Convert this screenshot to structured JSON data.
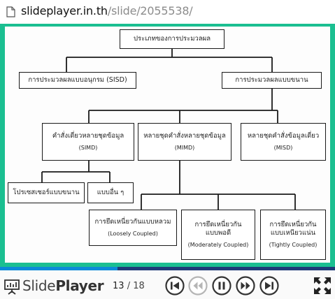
{
  "browser": {
    "url_host": "slideplayer.in.th",
    "url_path": "/slide/2055538/"
  },
  "diagram": {
    "root": {
      "text": "ประเภทของการประมวลผล"
    },
    "sisd_branch": {
      "text": "การประมวลผลแบบอนุกรม (SISD)"
    },
    "parallel_branch": {
      "text": "การประมวลผลแบบขนาน"
    },
    "simd": {
      "line1": "คำสั่งเดี่ยวหลายชุดข้อมูล",
      "line2": "(SIMD)"
    },
    "mimd": {
      "line1": "หลายชุดคำสั่งหลายชุดข้อมูล",
      "line2": "(MIMD)"
    },
    "misd": {
      "line1": "หลายชุดคำสั่งข้อมูลเดี่ยว",
      "line2": "(MISD)"
    },
    "vector": {
      "text": "โปรเซสเซอร์แบบขนาน"
    },
    "others": {
      "text": "แบบอื่น ๆ"
    },
    "loose": {
      "line1": "การยึดเหนี่ยวกันแบบหลวม",
      "line2": "(Loosely Coupled)"
    },
    "moderate": {
      "line1": "การยึดเหนี่ยวกัน",
      "line2": "แบบพอดี",
      "line3": "(Moderately Coupled)"
    },
    "tight": {
      "line1": "การยึดเหนี่ยวกัน",
      "line2": "แบบเหนียวแน่น",
      "line3": "(Tightly Coupled)"
    }
  },
  "player": {
    "brand_part1": "Slide",
    "brand_part2": "Player",
    "current_slide": "13",
    "total_slides": "/ 18",
    "progress_fraction": 0.35,
    "controls": {
      "first": "first-slide-icon",
      "prev": "previous-slide-icon",
      "pause": "pause-icon",
      "next": "next-slide-icon",
      "last": "last-slide-icon",
      "fullscreen": "fullscreen-icon"
    },
    "colors": {
      "frame": "#1bbf91",
      "progress_track": "#1e3a78",
      "progress_fill": "#0b8ad8"
    }
  }
}
